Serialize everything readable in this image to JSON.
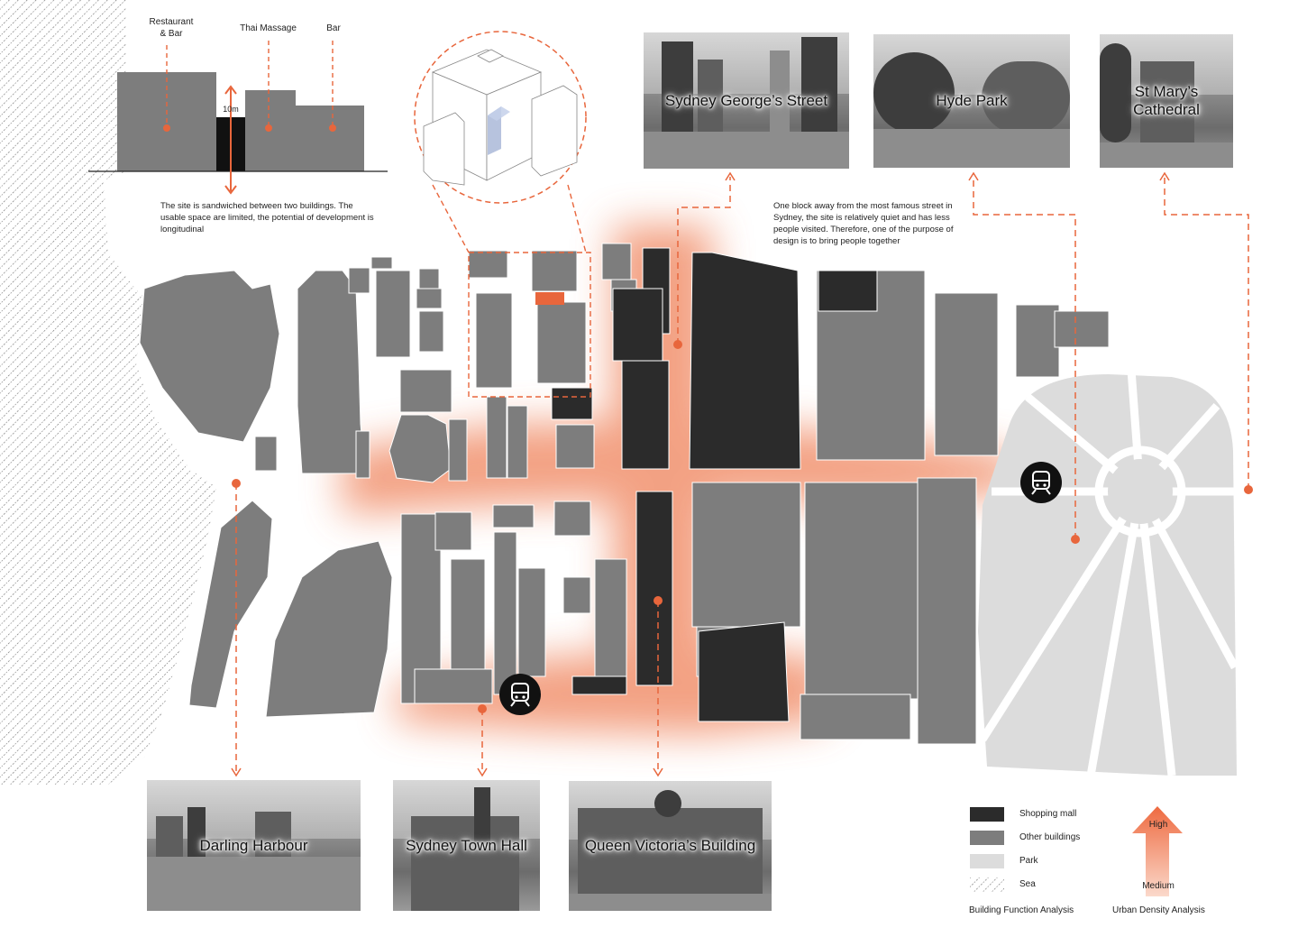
{
  "elevation": {
    "labels": [
      "Restaurant\n& Bar",
      "Thai Massage",
      "Bar"
    ],
    "gap_width": "10m",
    "note": "The site is sandwiched between two buildings. The usable space are limited, the potential of development is longitudinal"
  },
  "context_note": "One block away from the most famous street in Sydney, the site is relatively quiet and has less people visited. Therefore, one of the purpose of design is to bring people together",
  "photos": {
    "top": [
      {
        "title": "Sydney George’s Street"
      },
      {
        "title": "Hyde Park"
      },
      {
        "title": "St Mary’s Cathedral"
      }
    ],
    "bottom": [
      {
        "title": "Darling Harbour"
      },
      {
        "title": "Sydney Town Hall"
      },
      {
        "title": "Queen Victoria’s Building"
      }
    ]
  },
  "legend": {
    "title": "Building Function Analysis",
    "items": [
      {
        "label": "Shopping mall",
        "color": "#2b2b2b"
      },
      {
        "label": "Other buildings",
        "color": "#7d7d7d"
      },
      {
        "label": "Park",
        "color": "#dcdcdc"
      },
      {
        "label": "Sea",
        "color": "hatched"
      }
    ]
  },
  "density_legend": {
    "title": "Urban Density Analysis",
    "high": "High",
    "medium": "Medium"
  },
  "colors": {
    "accent": "#ec6a44",
    "mall": "#2b2b2b",
    "building": "#7d7d7d",
    "park": "#dcdcdc",
    "glow": "#f08a65",
    "site": "#e8663c"
  },
  "icons": [
    "train-icon",
    "train-icon"
  ]
}
